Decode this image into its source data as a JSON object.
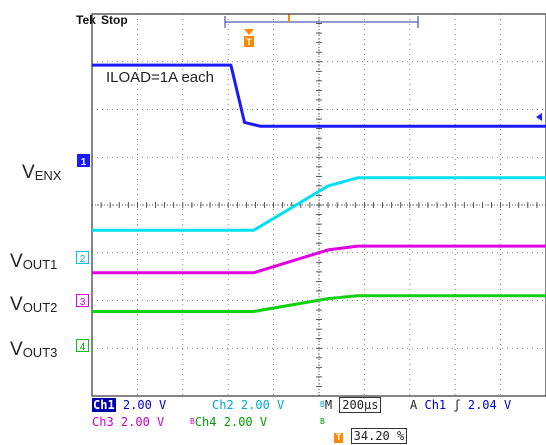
{
  "header": {
    "brand": "Tek",
    "state": "Stop"
  },
  "annotation": "ILOAD=1A each",
  "channel_labels": {
    "enx": {
      "main": "V",
      "sub": "ENX"
    },
    "out1": {
      "main": "V",
      "sub": "OUT1"
    },
    "out2": {
      "main": "V",
      "sub": "OUT2"
    },
    "out3": {
      "main": "V",
      "sub": "OUT3"
    }
  },
  "channel_markers": [
    "1",
    "2",
    "3",
    "4"
  ],
  "trigger_marker": "T",
  "status": {
    "ch1_label": "Ch1",
    "ch1_scale": "2.00 V",
    "ch2_label": "Ch2",
    "ch2_scale": "2.00 V",
    "ch3_label": "Ch3",
    "ch3_scale": "2.00 V",
    "ch4_label": "Ch4",
    "ch4_scale": "2.00 V",
    "bw_mark": "B",
    "m_label": "M",
    "timebase": "200µs",
    "a_label": "A",
    "trigger_src": "Ch1",
    "trigger_slope": "ʃ",
    "trigger_level": "2.04 V",
    "trigger_pos": "34.20 %"
  },
  "colors": {
    "ch1": "#1a1aff",
    "ch2": "#00e0f0",
    "ch3": "#e000e0",
    "ch4": "#10d010",
    "grid": "#555555",
    "background": "#ffffff"
  },
  "chart_data": {
    "type": "line",
    "x_divisions": 10,
    "y_divisions": 8,
    "timebase_per_div": "200µs",
    "volts_per_div": "2.00 V",
    "series": [
      {
        "channel": "Ch1",
        "x": [
          0,
          3.06,
          3.36,
          3.7,
          10
        ],
        "y": [
          1.07,
          1.07,
          2.27,
          2.35,
          2.35
        ]
      },
      {
        "channel": "Ch2",
        "x": [
          0,
          3.56,
          5.2,
          5.85,
          10
        ],
        "y": [
          4.53,
          4.53,
          3.6,
          3.43,
          3.43
        ]
      },
      {
        "channel": "Ch3",
        "x": [
          0,
          3.56,
          5.2,
          5.85,
          10
        ],
        "y": [
          5.42,
          5.42,
          4.94,
          4.86,
          4.86
        ]
      },
      {
        "channel": "Ch4",
        "x": [
          0,
          3.56,
          5.2,
          5.85,
          10
        ],
        "y": [
          6.23,
          6.23,
          5.96,
          5.9,
          5.9
        ]
      }
    ]
  }
}
